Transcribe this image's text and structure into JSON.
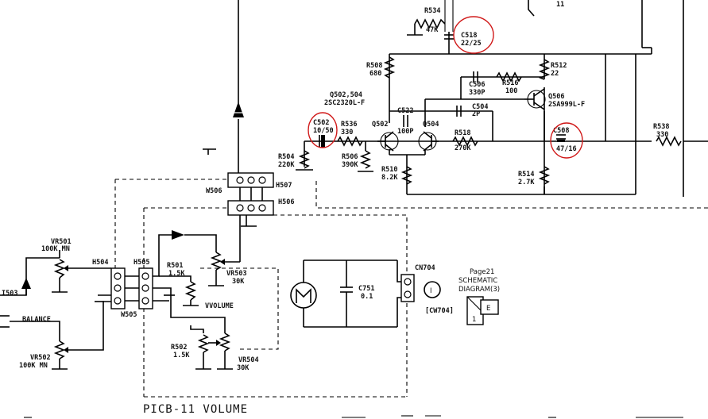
{
  "refs": {
    "r534": "R534",
    "r534_val": "47K",
    "c518": "C518",
    "c518_val": "22/25",
    "r508": "R508",
    "r508_val": "680",
    "r512": "R512",
    "r512_val": "22",
    "c506": "C506",
    "c506_val": "330P",
    "r516": "R516",
    "r516_val": "100",
    "q506": "Q506",
    "q506_type": "2SA999L-F",
    "q502_504": "Q502,504",
    "q502_504_type": "2SC2320L-F",
    "c522": "C522",
    "c522_val": "100P",
    "c504": "C504",
    "c504_val": "2P",
    "c502": "C502",
    "c502_val": "10/50",
    "r536": "R536",
    "r536_val": "330",
    "q502": "Q502",
    "q504": "Q504",
    "r518": "R518",
    "r518_val": "270K",
    "c508": "C508",
    "c508_val": "47/16",
    "r538": "R538",
    "r538_val": "330",
    "r504": "R504",
    "r504_val": "220K",
    "r506": "R506",
    "r506_val": "390K",
    "r510": "R510",
    "r510_val": "8.2K",
    "r514": "R514",
    "r514_val": "2.7K",
    "w506": "W506",
    "h507": "H507",
    "h506": "H506",
    "vr501": "VR501",
    "vr501_val": "100K MN",
    "h504": "H504",
    "h505": "H505",
    "r501": "R501",
    "r501_val": "1.5K",
    "vr503": "VR503",
    "vr503_val": "30K",
    "c751": "C751",
    "c751_val": "0.1",
    "cn704": "CN704",
    "page_ref": "Page21",
    "schematic": "SCHEMATIC",
    "diagram_ref": "DIAGRAM(3)",
    "cw704": "[CW704]",
    "i503": "I503",
    "balance": "BALANCE",
    "w505": "W505",
    "volume": "VVOLUME",
    "r502": "R502",
    "r502_val": "1.5K",
    "vr502": "VR502",
    "vr502_val": "100K MN",
    "vr504": "VR504",
    "vr504_val": "30K",
    "board_title": "PICB-11 VOLUME",
    "tag_e": "E",
    "tag_1": "1",
    "tag_i": "I",
    "top_right_mark": "11"
  },
  "colors": {
    "ink": "#000000",
    "annotation": "#d01818",
    "paper": "#ffffff"
  }
}
